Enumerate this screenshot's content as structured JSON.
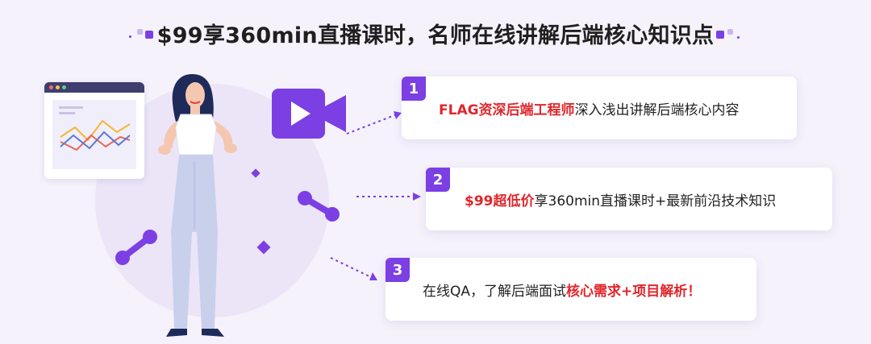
{
  "title": "$99享360min直播课时，名师在线讲解后端核心知识点",
  "colors": {
    "accent": "#7b3fe4",
    "highlight": "#e0262c",
    "text": "#222222",
    "card_bg": "#ffffff",
    "page_bg": "#f5f2fb"
  },
  "icons": {
    "video": "video-play-icon",
    "browser": "browser-chart-icon",
    "person": "woman-presenter-illustration"
  },
  "cards": [
    {
      "number": "1",
      "highlight": "FLAG资深后端工程师",
      "text": "深入浅出讲解后端核心内容"
    },
    {
      "number": "2",
      "highlight": "$99超低价",
      "text": "享360min直播课时+最新前沿技术知识"
    },
    {
      "number": "3",
      "text_before": "在线QA，了解后端面试",
      "highlight": "核心需求+项目解析",
      "text_after": "！"
    }
  ]
}
